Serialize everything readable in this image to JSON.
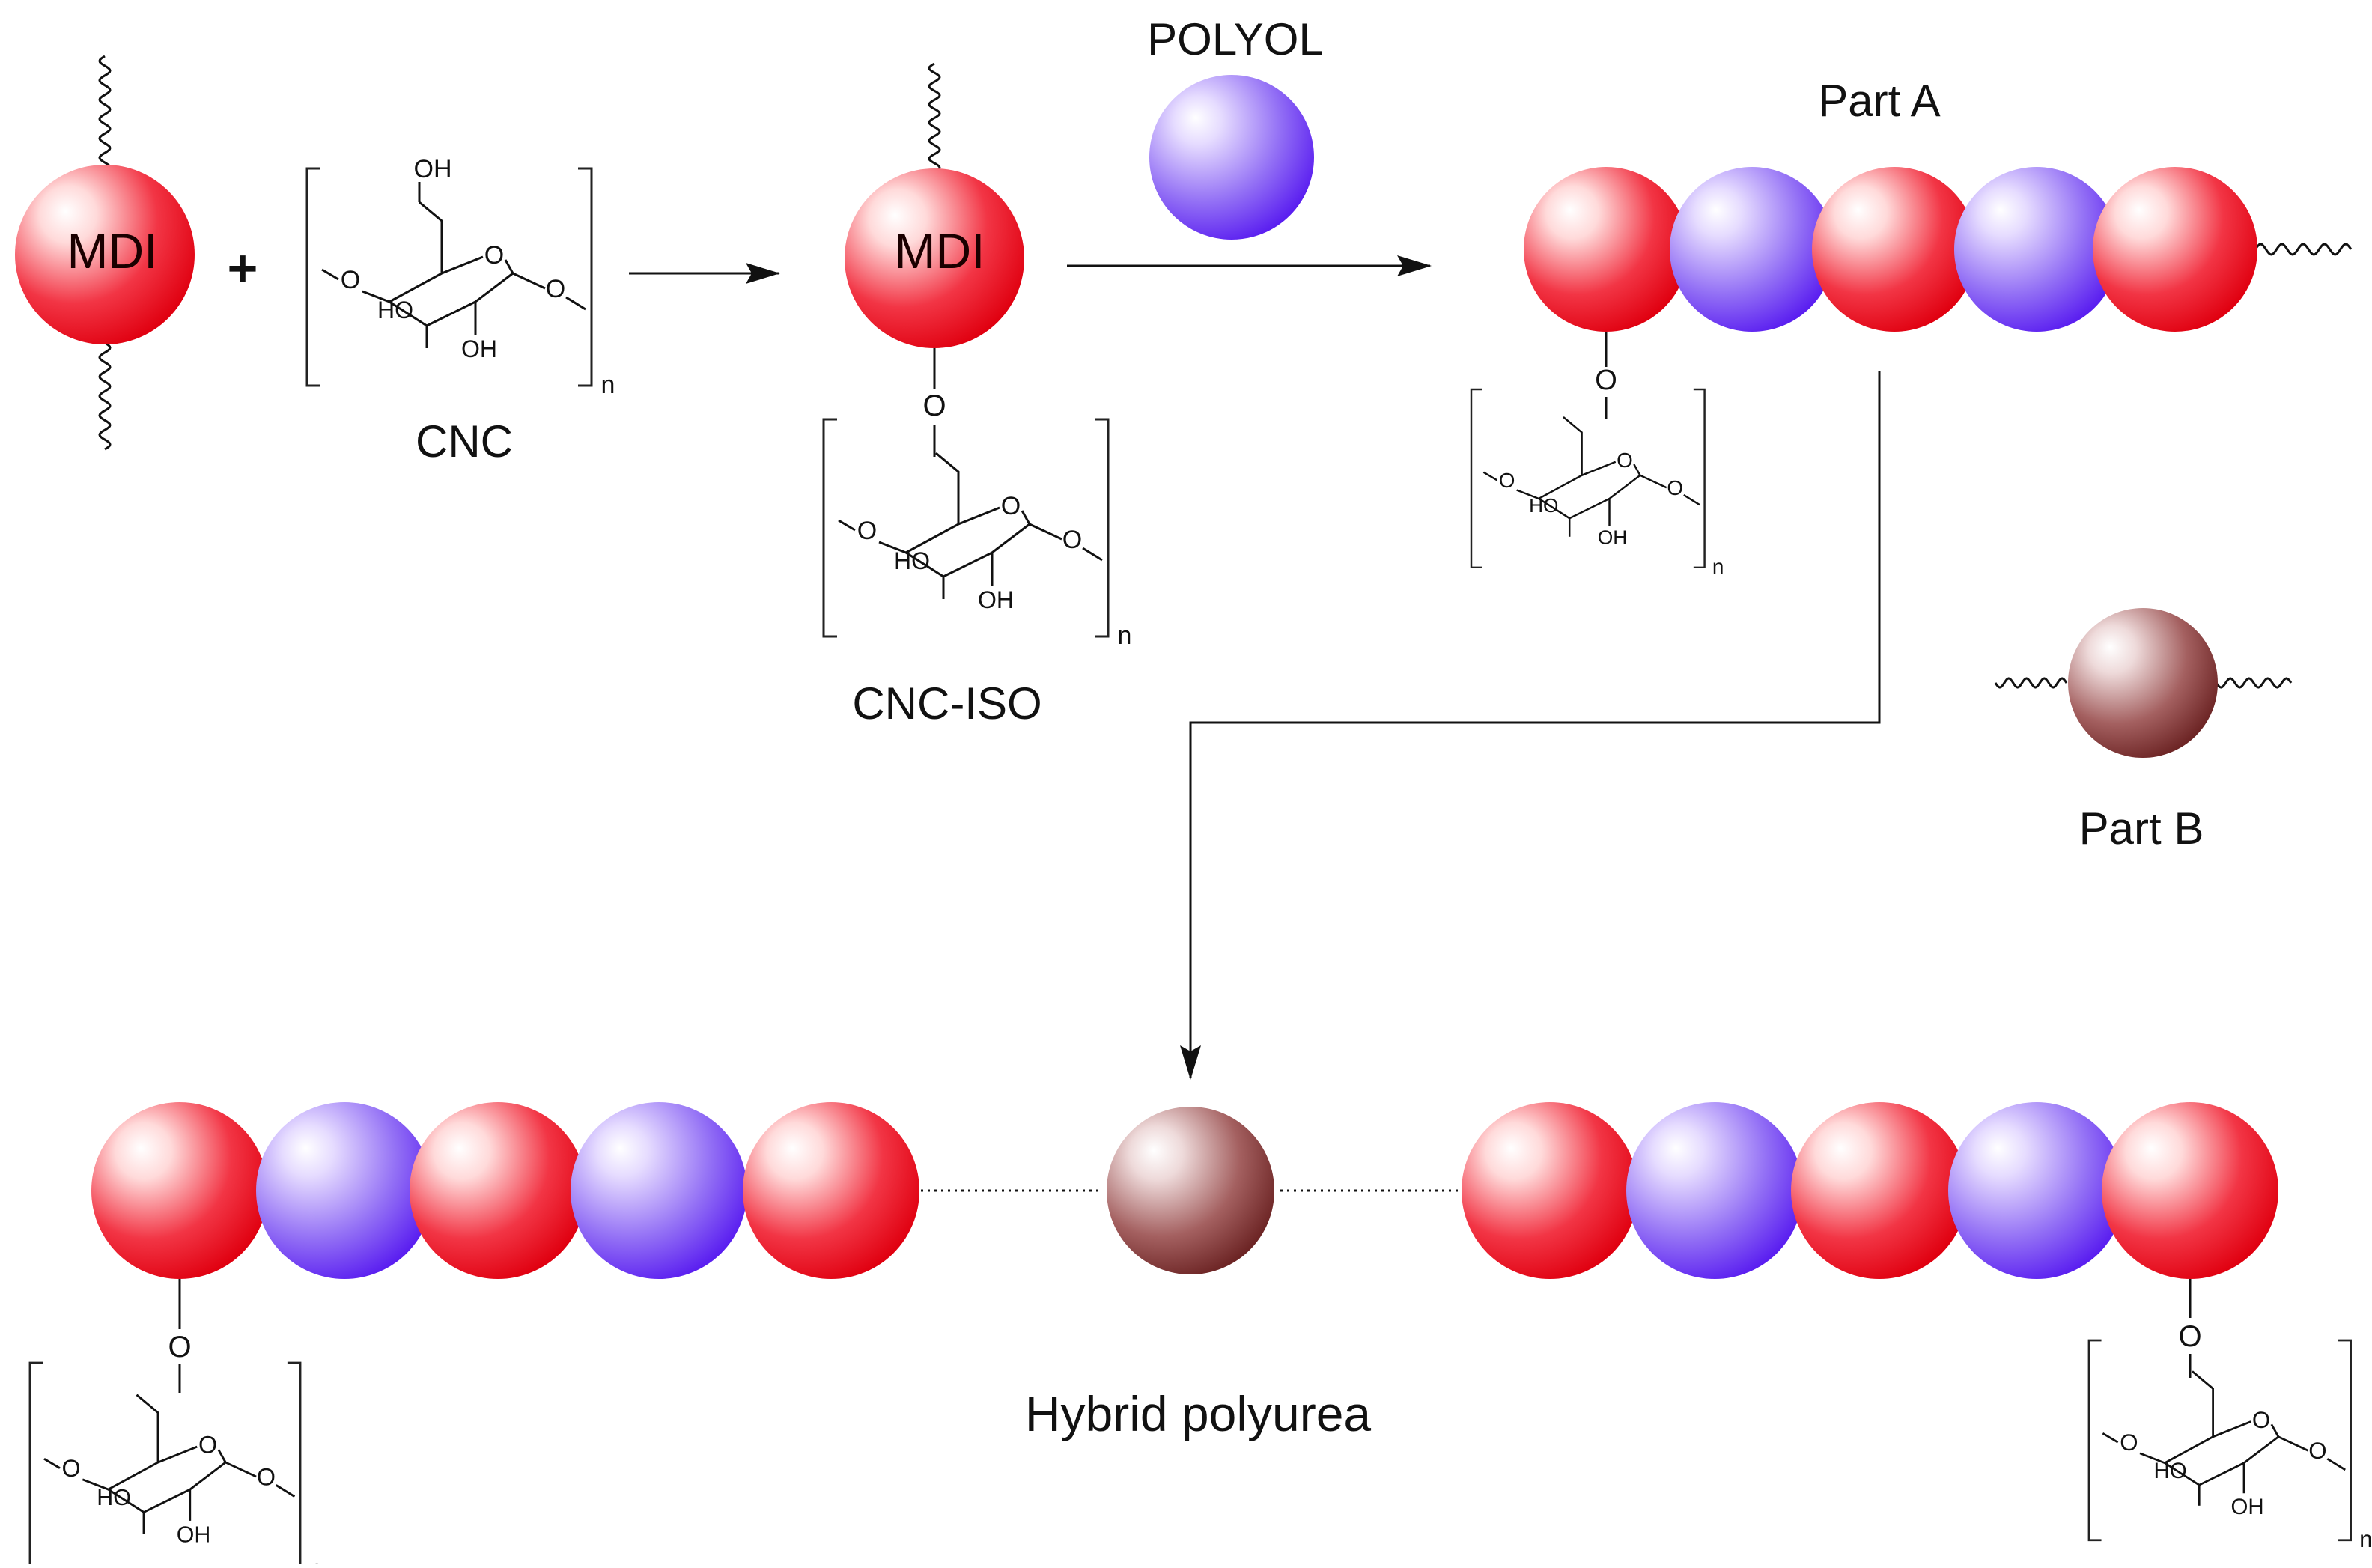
{
  "diagram": {
    "mdi_label": "MDI",
    "plus": "+",
    "cnc_label": "CNC",
    "cnc_iso_label": "CNC-ISO",
    "polyol_label": "POLYOL",
    "part_a_label": "Part A",
    "part_b_label": "Part B",
    "hybrid_label": "Hybrid polyurea",
    "chem": {
      "oh": "OH",
      "ho": "HO",
      "o": "O",
      "n": "n"
    }
  },
  "colors": {
    "mdi": "#e8101e",
    "polyol": "#6a2bf0",
    "part_b": "#7a2a2a",
    "ink": "#111111"
  }
}
